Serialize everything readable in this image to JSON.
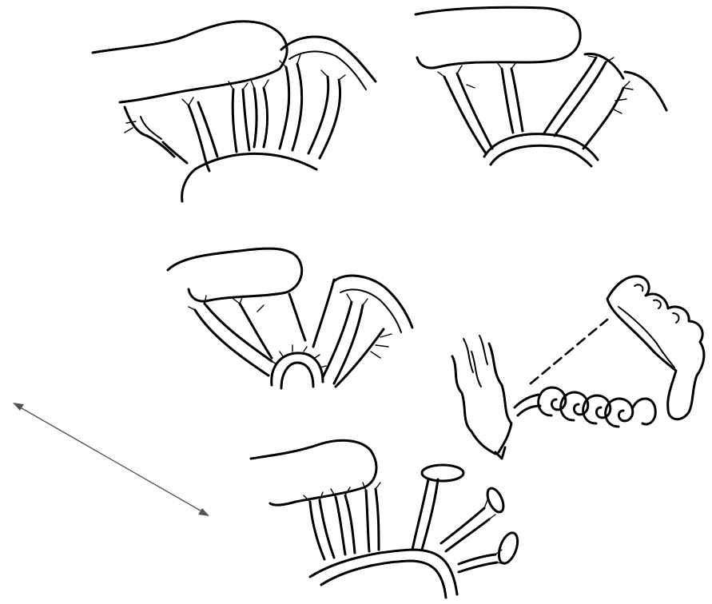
{
  "figure": {
    "background": "#ffffff",
    "ink_color": "#000000",
    "arrow_color": "#555555",
    "panels": [
      "polyp-panel-top-left",
      "polyp-panel-top-right",
      "polyp-panel-middle",
      "polyp-panel-bottom",
      "detached-fragment-group"
    ],
    "connector": "double-headed-arrow"
  }
}
